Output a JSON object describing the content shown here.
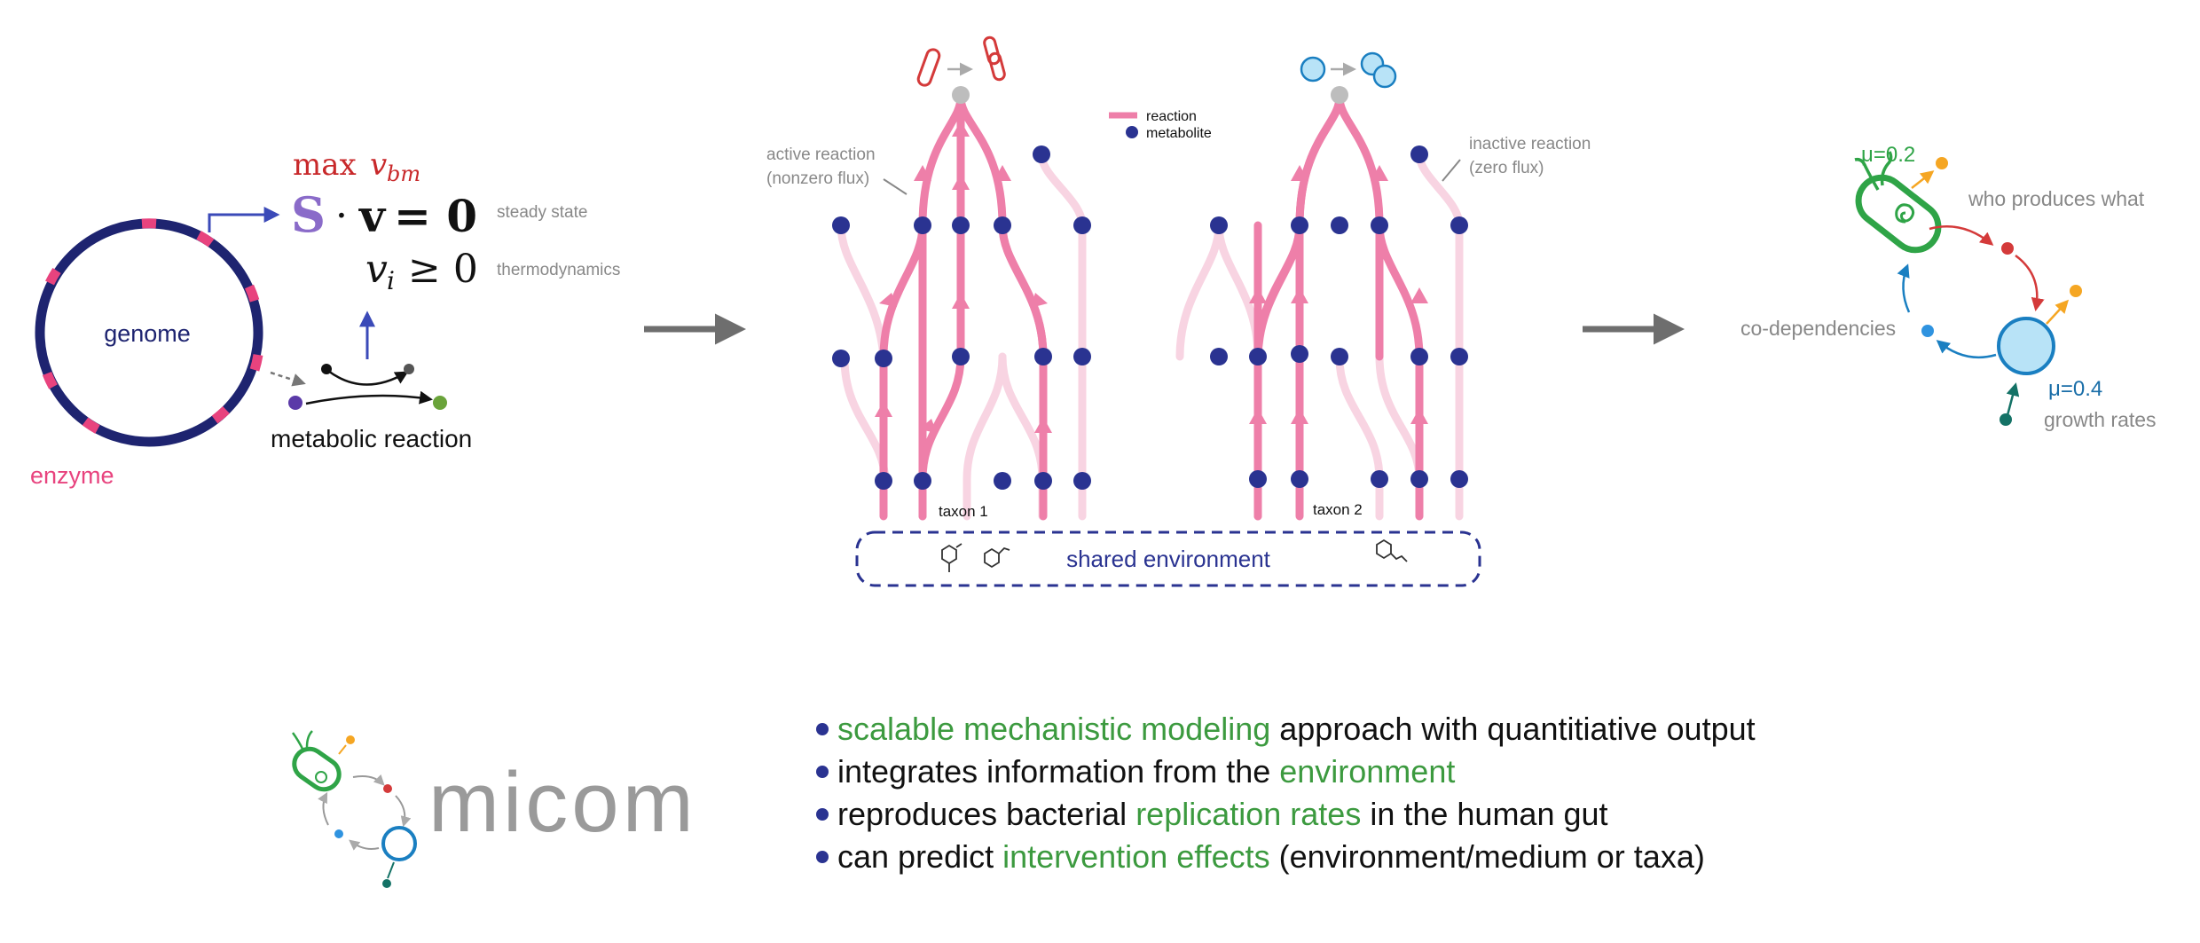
{
  "colors": {
    "navy": "#1e2470",
    "node": "#2a3391",
    "pink": "#ee7fa9",
    "pink_light": "#f8d4e2",
    "enzyme": "#e8437e",
    "green": "#2fa447",
    "green_text": "#3c9a3f",
    "blue": "#1a7fc1",
    "light_blue": "#b8e3f7",
    "red": "#d43a3a",
    "orange": "#f5a623",
    "teal": "#147266",
    "gray": "#888888",
    "arrow_gray": "#6e6e6e"
  },
  "model": {
    "genome_label": "genome",
    "enzyme_label": "enzyme",
    "metabolic_reaction_label": "metabolic reaction",
    "objective_max": "max",
    "objective_var": "v",
    "objective_sub": "bm",
    "eq_S": "S",
    "eq_dot": "·",
    "eq_v": "v",
    "eq_rhs": "= 0",
    "eq_vi": "v",
    "eq_vi_sub": "i",
    "eq_geq": "≥ 0",
    "steady_state_label": "steady state",
    "thermodynamics_label": "thermodynamics"
  },
  "network": {
    "active_reaction_label_1": "active reaction",
    "active_reaction_label_2": "(nonzero flux)",
    "inactive_reaction_label_1": "inactive reaction",
    "inactive_reaction_label_2": "(zero flux)",
    "legend_reaction": "reaction",
    "legend_metabolite": "metabolite",
    "taxon1_label": "taxon 1",
    "taxon2_label": "taxon 2",
    "shared_environment_label": "shared environment"
  },
  "community": {
    "mu1_label": "μ=0.2",
    "mu2_label": "μ=0.4",
    "who_produces_label": "who produces what",
    "codependencies_label": "co-dependencies",
    "growth_rates_label": "growth rates"
  },
  "logo": {
    "text": "micom"
  },
  "bullets": [
    {
      "highlight_pre": "",
      "highlight": "scalable mechanistic modeling",
      "rest": " approach with quantitiative output"
    },
    {
      "highlight_pre": "integrates information from the ",
      "highlight": "environment",
      "rest": ""
    },
    {
      "highlight_pre": "reproduces bacterial ",
      "highlight": "replication rates",
      "rest": " in the human gut"
    },
    {
      "highlight_pre": "can predict ",
      "highlight": "intervention effects",
      "rest": " (environment/medium or taxa)"
    }
  ]
}
